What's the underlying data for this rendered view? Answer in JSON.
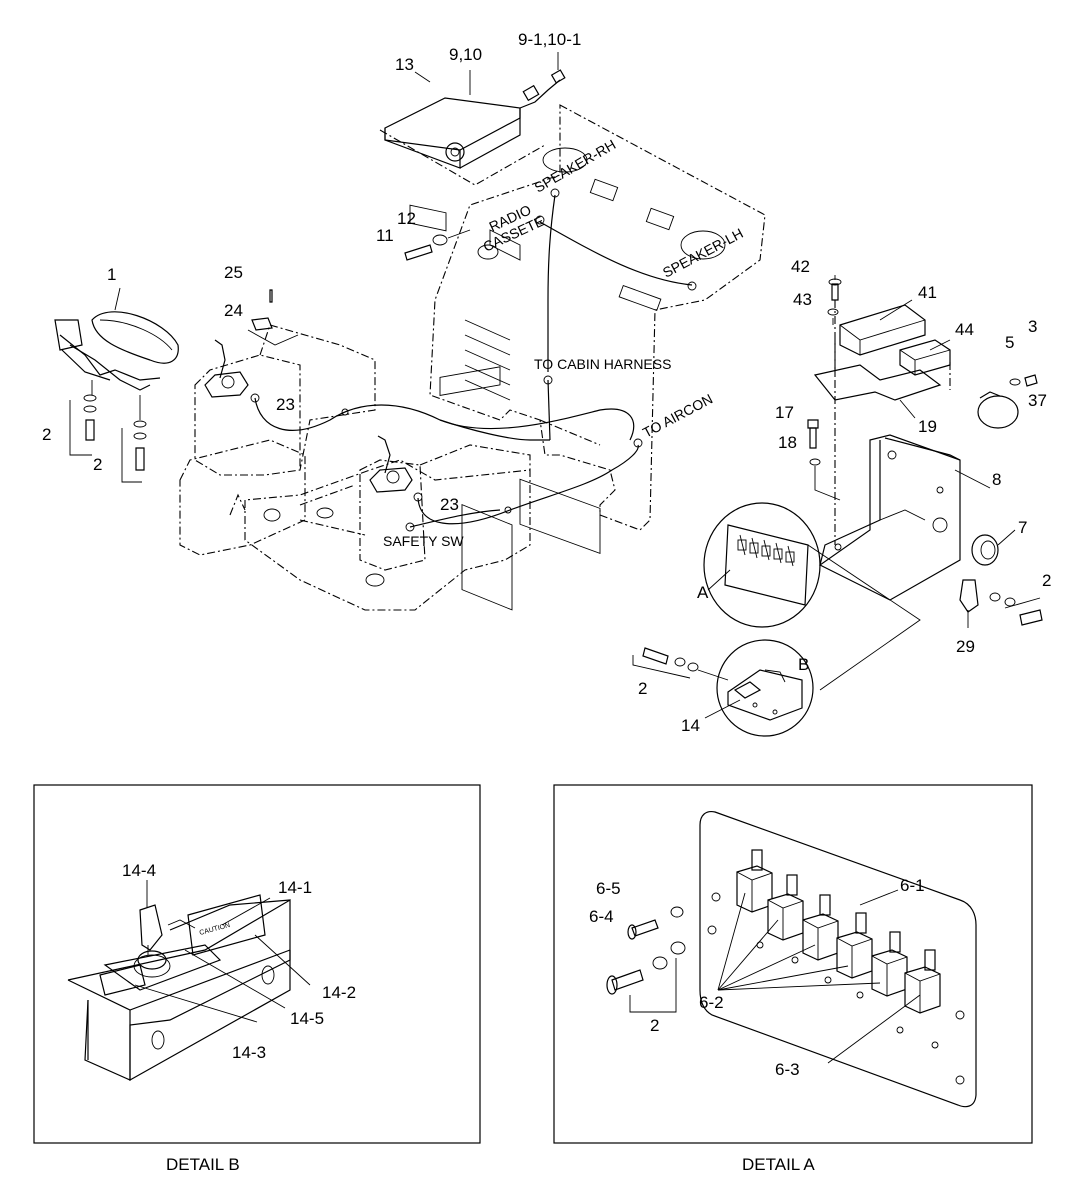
{
  "callouts": {
    "c13": "13",
    "c9_10": "9,10",
    "c9_1_10_1": "9-1,10-1",
    "c12": "12",
    "c11": "11",
    "c1": "1",
    "c25": "25",
    "c24": "24",
    "c23a": "23",
    "c23b": "23",
    "c2_left1": "2",
    "c2_left2": "2",
    "c42": "42",
    "c41": "41",
    "c43": "43",
    "c44": "44",
    "c5": "5",
    "c3": "3",
    "c37": "37",
    "c19": "19",
    "c17": "17",
    "c18": "18",
    "c8": "8",
    "c7": "7",
    "c2_right": "2",
    "c29": "29",
    "cA": "A",
    "cB": "B",
    "c2_bottom": "2",
    "c14": "14",
    "c14_4": "14-4",
    "c14_1": "14-1",
    "c14_2": "14-2",
    "c14_5": "14-5",
    "c14_3": "14-3",
    "c6_5": "6-5",
    "c6_4": "6-4",
    "c6_1": "6-1",
    "c6_2": "6-2",
    "c2_detailA": "2",
    "c6_3": "6-3"
  },
  "labels": {
    "speaker_rh": "SPEAKER-RH",
    "speaker_lh": "SPEAKER-LH",
    "radio_cassette_1": "RADIO",
    "radio_cassette_2": "CASSETE",
    "to_cabin_harness": "TO CABIN HARNESS",
    "to_aircon": "TO AIRCON",
    "safety_sw": "SAFETY SW",
    "caution": "CAUTION",
    "detail_b_caption": "DETAIL B",
    "detail_a_caption": "DETAIL A"
  }
}
